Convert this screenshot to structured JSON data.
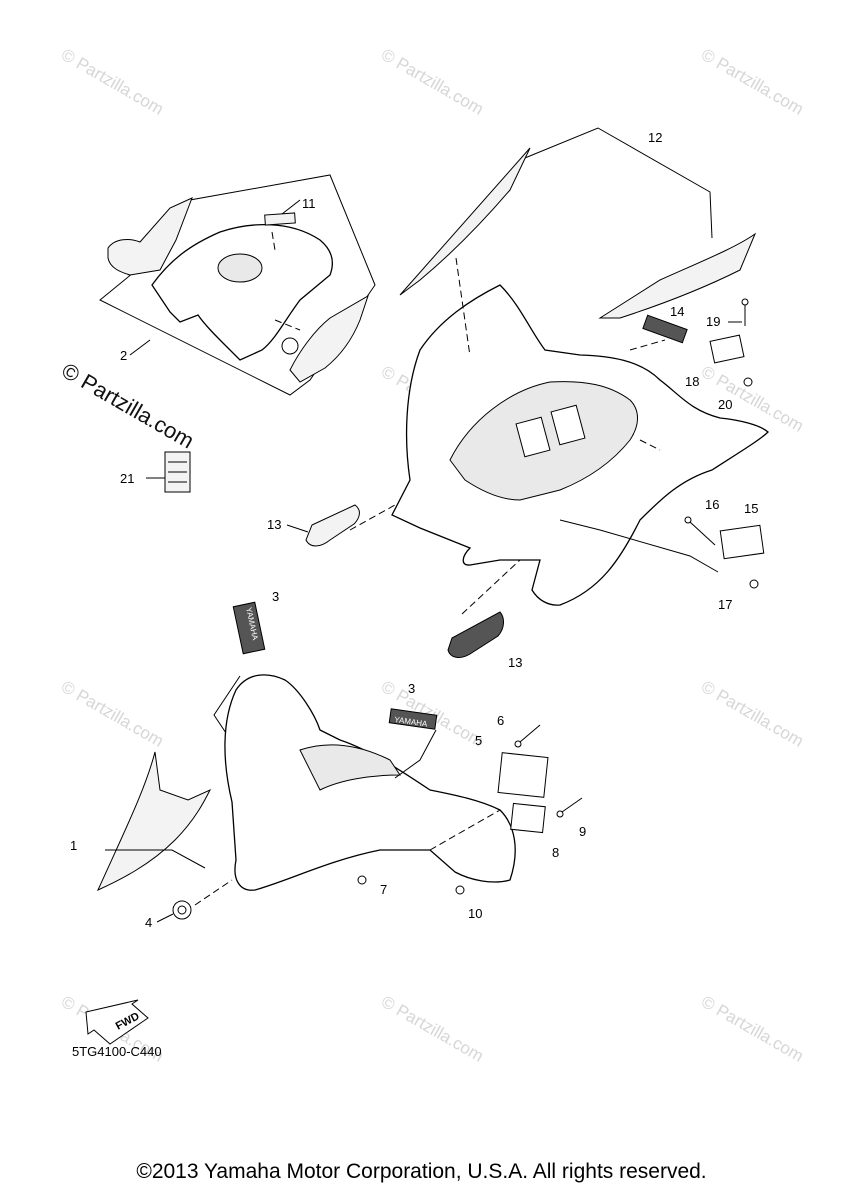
{
  "watermark": {
    "tile_text": "© Partzilla.com",
    "large_text": "© Partzilla.com"
  },
  "callouts": {
    "c1": "1",
    "c2": "2",
    "c3a": "3",
    "c3b": "3",
    "c4": "4",
    "c5": "5",
    "c6": "6",
    "c7": "7",
    "c8": "8",
    "c9": "9",
    "c10": "10",
    "c11": "11",
    "c12": "12",
    "c13a": "13",
    "c13b": "13",
    "c14": "14",
    "c15": "15",
    "c16": "16",
    "c17": "17",
    "c18": "18",
    "c19": "19",
    "c20": "20",
    "c21": "21"
  },
  "decal_text": {
    "yamaha": "YAMAHA",
    "fwd": "FWD"
  },
  "diagram_code": "5TG4100-C440",
  "copyright": "©2013 Yamaha Motor Corporation, U.S.A. All rights reserved."
}
